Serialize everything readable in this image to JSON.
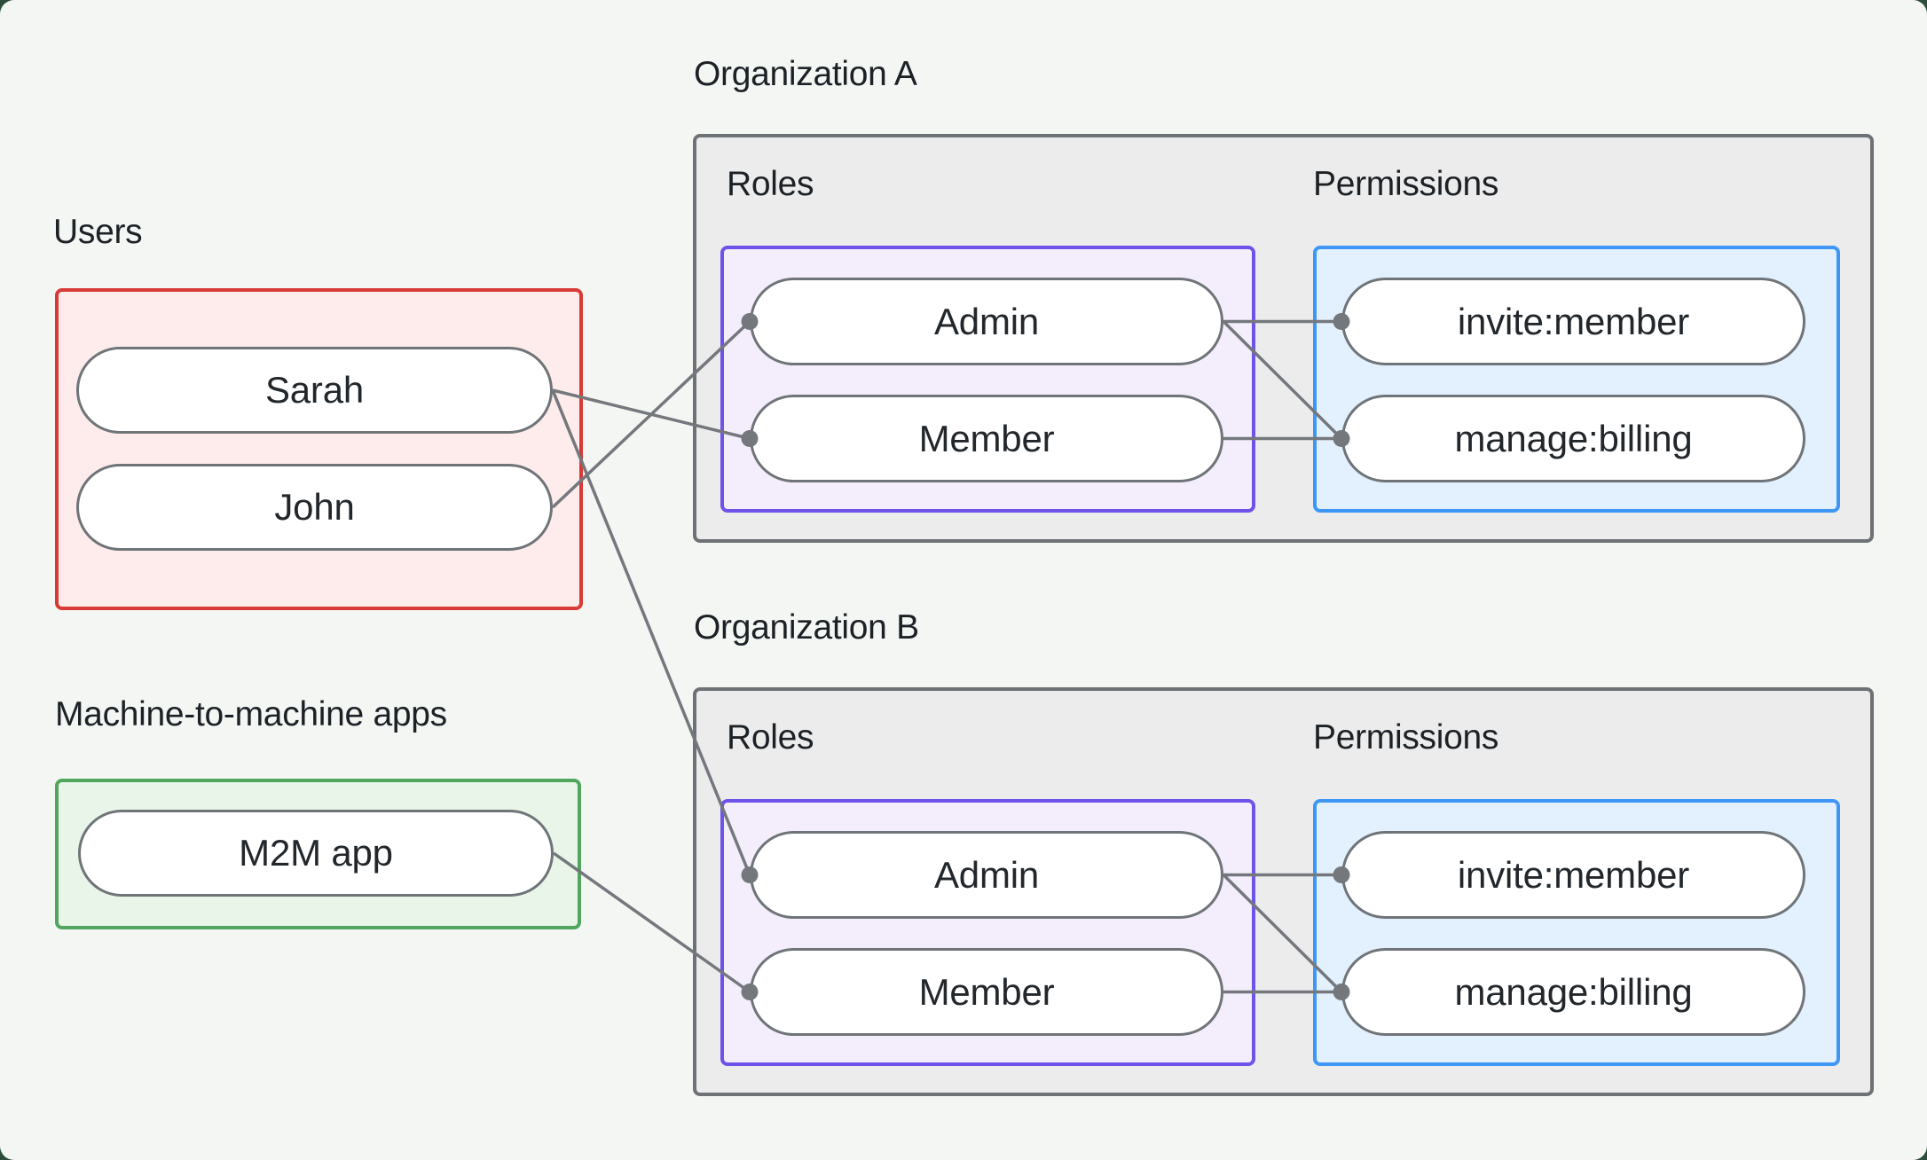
{
  "users": {
    "label": "Users",
    "items": [
      {
        "name": "Sarah"
      },
      {
        "name": "John"
      }
    ]
  },
  "m2m": {
    "label": "Machine-to-machine apps",
    "items": [
      {
        "name": "M2M app"
      }
    ]
  },
  "orgs": [
    {
      "title": "Organization A",
      "roles_label": "Roles",
      "permissions_label": "Permissions",
      "roles": [
        {
          "name": "Admin"
        },
        {
          "name": "Member"
        }
      ],
      "permissions": [
        {
          "name": "invite:member"
        },
        {
          "name": "manage:billing"
        }
      ]
    },
    {
      "title": "Organization B",
      "roles_label": "Roles",
      "permissions_label": "Permissions",
      "roles": [
        {
          "name": "Admin"
        },
        {
          "name": "Member"
        }
      ],
      "permissions": [
        {
          "name": "invite:member"
        },
        {
          "name": "manage:billing"
        }
      ]
    }
  ],
  "connections": [
    {
      "from": "user-sarah",
      "to": "orga-role-member"
    },
    {
      "from": "user-john",
      "to": "orga-role-admin"
    },
    {
      "from": "user-sarah",
      "to": "orgb-role-admin"
    },
    {
      "from": "m2m-app",
      "to": "orgb-role-member"
    },
    {
      "from": "orga-role-admin",
      "to": "orga-perm-invite"
    },
    {
      "from": "orga-role-admin",
      "to": "orga-perm-manage"
    },
    {
      "from": "orga-role-member",
      "to": "orga-perm-manage"
    },
    {
      "from": "orgb-role-admin",
      "to": "orgb-perm-invite"
    },
    {
      "from": "orgb-role-admin",
      "to": "orgb-perm-manage"
    },
    {
      "from": "orgb-role-member",
      "to": "orgb-perm-manage"
    }
  ],
  "colors": {
    "connector": "#74787d",
    "dot": "#74787d",
    "users_border": "#d83a36",
    "m2m_border": "#4fa65c",
    "roles_border": "#6f52e9",
    "permissions_border": "#3e96f6",
    "org_border": "#6d7276"
  }
}
